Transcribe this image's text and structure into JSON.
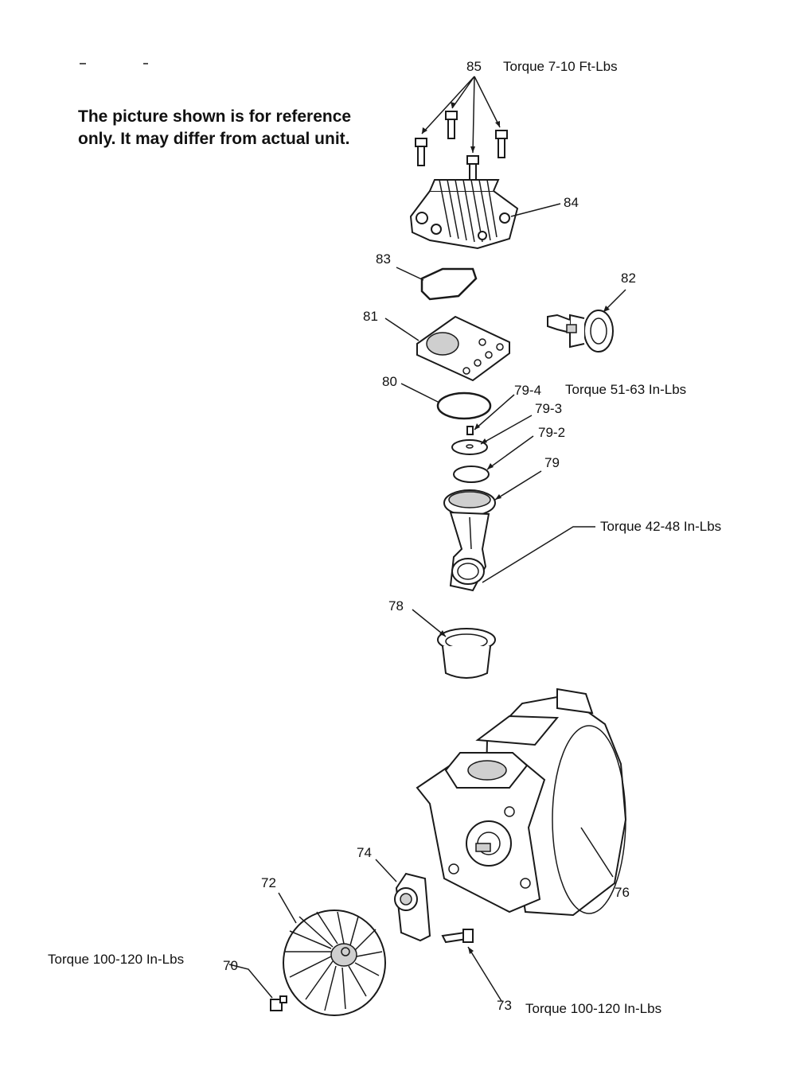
{
  "note": {
    "line1": "The picture shown is for reference",
    "line2": "only. It may differ from actual unit."
  },
  "callouts": {
    "p85": "85",
    "p85_torque": "Torque 7-10 Ft-Lbs",
    "p84": "84",
    "p83": "83",
    "p82": "82",
    "p81": "81",
    "p80": "80",
    "p79_4": "79-4",
    "p79_4_torque": "Torque 51-63 In-Lbs",
    "p79_3": "79-3",
    "p79_2": "79-2",
    "p79": "79",
    "rod_torque": "Torque 42-48 In-Lbs",
    "p78": "78",
    "p76": "76",
    "p74": "74",
    "p72": "72",
    "p70": "70",
    "p70_torque": "Torque 100-120 In-Lbs",
    "p73": "73",
    "p73_torque": "Torque 100-120 In-Lbs"
  }
}
